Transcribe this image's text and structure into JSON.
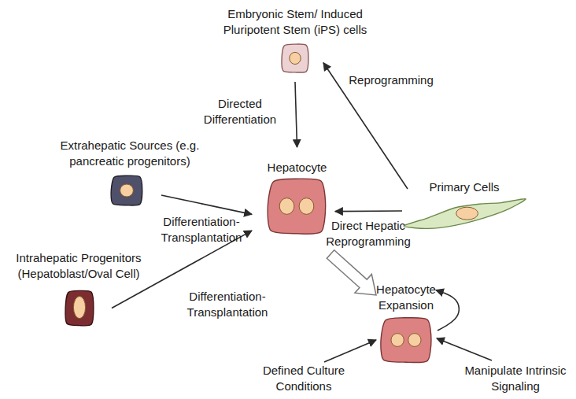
{
  "diagram": {
    "nodes": [
      {
        "text": [
          "Embryonic Stem/ Induced Pluripotent Stem (iPS) cells"
        ]
      },
      {
        "text": [
          "Extrahepatic Sources (e.g. pancreatic progenitors)"
        ]
      },
      {
        "text": [
          "Hepatocyte"
        ]
      },
      {
        "text": [
          "Primary Cells"
        ]
      },
      {
        "text": [
          "Intrahepatic Progenitors (Hepatoblast/Oval Cell)"
        ]
      },
      {
        "text": [
          "Hepatocyte Expansion"
        ]
      }
    ],
    "edges": [
      {
        "from": 0,
        "to": 2,
        "label": "Directed Differentiation",
        "arrow": "to"
      },
      {
        "from": 3,
        "to": 0,
        "label": "Reprogramming",
        "arrow": "to"
      },
      {
        "from": 1,
        "to": 2,
        "label": "Differentiation- Transplantation",
        "arrow": "to"
      },
      {
        "from": 3,
        "to": 2,
        "label": "Direct Hepatic Reprogramming",
        "arrow": "to"
      },
      {
        "from": 4,
        "to": 2,
        "label": "Differentiation- Transplantation",
        "arrow": "to"
      },
      {
        "from": 2,
        "to": 5,
        "arrow": "to"
      },
      {
        "from": 5,
        "to": 5,
        "arrow": "to"
      }
    ],
    "labels": [
      "Defined Culture Conditions",
      "Manipulate Intrinsic Signaling"
    ]
  }
}
